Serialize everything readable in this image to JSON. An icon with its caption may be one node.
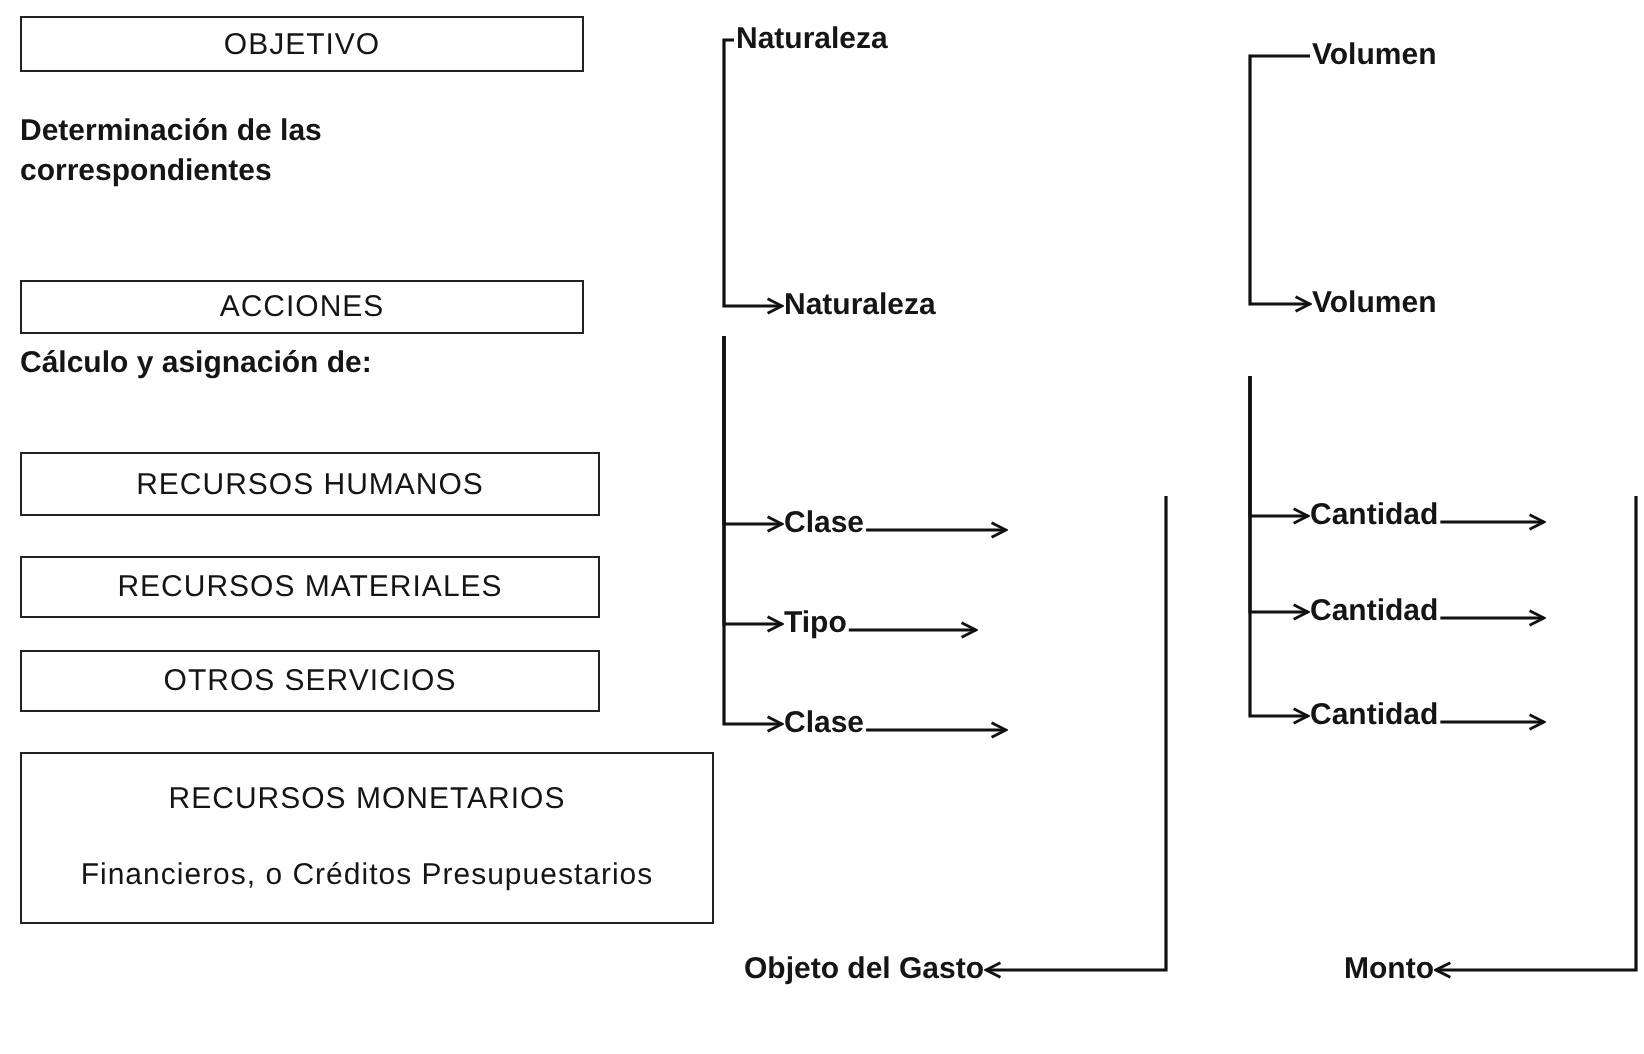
{
  "diagram": {
    "nodes": [
      {
        "text": [
          "OBJETIVO"
        ]
      },
      {
        "text": [
          "Naturaleza"
        ]
      },
      {
        "text": [
          "Volumen"
        ]
      },
      {
        "text": [
          "ACCIONES"
        ]
      },
      {
        "text": [
          "Naturaleza"
        ]
      },
      {
        "text": [
          "Volumen"
        ]
      },
      {
        "text": [
          "RECURSOS HUMANOS"
        ]
      },
      {
        "text": [
          "Clase"
        ]
      },
      {
        "text": [
          "Cantidad"
        ]
      },
      {
        "text": [
          "RECURSOS MATERIALES"
        ]
      },
      {
        "text": [
          "Tipo"
        ]
      },
      {
        "text": [
          "Cantidad"
        ]
      },
      {
        "text": [
          "OTROS SERVICIOS"
        ]
      },
      {
        "text": [
          "Clase"
        ]
      },
      {
        "text": [
          "Cantidad"
        ]
      },
      {
        "text": [
          "RECURSOS MONETARIOS",
          "Financieros, o Créditos Presupuestarios"
        ]
      },
      {
        "text": [
          "Objeto del Gasto"
        ]
      },
      {
        "text": [
          "Monto"
        ]
      }
    ],
    "edges": [
      {
        "from": 1,
        "to": 4,
        "arrow": "to"
      },
      {
        "from": 2,
        "to": 5,
        "arrow": "to"
      },
      {
        "from": null,
        "to": 7,
        "arrow": "to"
      },
      {
        "from": null,
        "to": 10,
        "arrow": "to"
      },
      {
        "from": null,
        "to": 13,
        "arrow": "to"
      },
      {
        "from": null,
        "to": 8,
        "arrow": "to"
      },
      {
        "from": null,
        "to": 11,
        "arrow": "to"
      },
      {
        "from": null,
        "to": 14,
        "arrow": "to"
      },
      {
        "from": 7,
        "to": null,
        "arrow": "to"
      },
      {
        "from": 10,
        "to": null,
        "arrow": "to"
      },
      {
        "from": 13,
        "to": null,
        "arrow": "to"
      },
      {
        "from": 8,
        "to": null,
        "arrow": "to"
      },
      {
        "from": 11,
        "to": null,
        "arrow": "to"
      },
      {
        "from": 14,
        "to": null,
        "arrow": "to"
      },
      {
        "from": null,
        "to": 16,
        "arrow": "to"
      },
      {
        "from": null,
        "to": 17,
        "arrow": "to"
      }
    ],
    "labels": [
      "Determinación de las correspondientes",
      "Cálculo y asignación de:"
    ]
  }
}
